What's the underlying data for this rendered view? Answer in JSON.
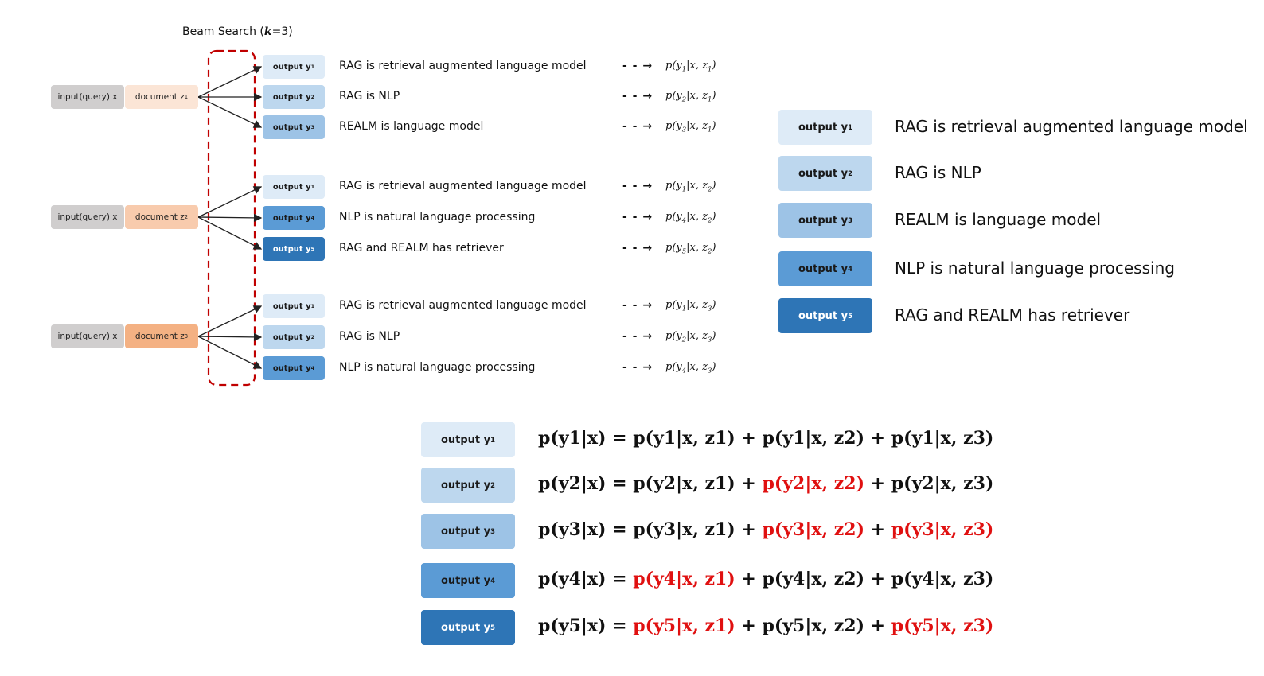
{
  "title": {
    "prefix": "Beam Search (",
    "k": "k",
    "suffix": "=3)"
  },
  "colors": {
    "y1": "#deebf7",
    "y2": "#bdd7ee",
    "y3": "#9dc3e6",
    "y4": "#5b9bd5",
    "y5": "#2e75b6",
    "input": "#d0cece",
    "z1": "#fbe5d6",
    "z2": "#f8cbad",
    "z3": "#f4b183",
    "beam_border": "#c00000",
    "red_term": "#e01010"
  },
  "groups": [
    {
      "input": "input(query) x",
      "doc": "document z",
      "doc_sub": "1",
      "rows": [
        {
          "out": "output y",
          "sub": "1",
          "y": "y1",
          "sentence": "RAG is retrieval augmented language model",
          "arrow": "- - →",
          "prob": "p(y",
          "psub": "1",
          "pmid": "|x, z",
          "pzsub": "1",
          "pend": ")"
        },
        {
          "out": "output y",
          "sub": "2",
          "y": "y2",
          "sentence": "RAG is NLP",
          "arrow": "- - →",
          "prob": "p(y",
          "psub": "2",
          "pmid": "|x, z",
          "pzsub": "1",
          "pend": ")"
        },
        {
          "out": "output y",
          "sub": "3",
          "y": "y3",
          "sentence": "REALM is language model",
          "arrow": "- - →",
          "prob": "p(y",
          "psub": "3",
          "pmid": "|x, z",
          "pzsub": "1",
          "pend": ")"
        }
      ]
    },
    {
      "input": "input(query) x",
      "doc": "document z",
      "doc_sub": "2",
      "rows": [
        {
          "out": "output y",
          "sub": "1",
          "y": "y1",
          "sentence": "RAG is retrieval augmented language model",
          "arrow": "- - →",
          "prob": "p(y",
          "psub": "1",
          "pmid": "|x, z",
          "pzsub": "2",
          "pend": ")"
        },
        {
          "out": "output y",
          "sub": "4",
          "y": "y4",
          "sentence": "NLP is natural language processing",
          "arrow": "- - →",
          "prob": "p(y",
          "psub": "4",
          "pmid": "|x, z",
          "pzsub": "2",
          "pend": ")"
        },
        {
          "out": "output y",
          "sub": "5",
          "y": "y5",
          "sentence": "RAG and REALM has retriever",
          "arrow": "- - →",
          "prob": "p(y",
          "psub": "5",
          "pmid": "|x, z",
          "pzsub": "2",
          "pend": ")"
        }
      ]
    },
    {
      "input": "input(query) x",
      "doc": "document z",
      "doc_sub": "3",
      "rows": [
        {
          "out": "output y",
          "sub": "1",
          "y": "y1",
          "sentence": "RAG is retrieval augmented language model",
          "arrow": "- - →",
          "prob": "p(y",
          "psub": "1",
          "pmid": "|x, z",
          "pzsub": "3",
          "pend": ")"
        },
        {
          "out": "output y",
          "sub": "2",
          "y": "y2",
          "sentence": "RAG is NLP",
          "arrow": "- - →",
          "prob": "p(y",
          "psub": "2",
          "pmid": "|x, z",
          "pzsub": "3",
          "pend": ")"
        },
        {
          "out": "output y",
          "sub": "4",
          "y": "y4",
          "sentence": "NLP is natural language processing",
          "arrow": "- - →",
          "prob": "p(y",
          "psub": "4",
          "pmid": "|x, z",
          "pzsub": "3",
          "pend": ")"
        }
      ]
    }
  ],
  "legend": [
    {
      "out": "output y",
      "sub": "1",
      "sentence": "RAG is retrieval augmented language model"
    },
    {
      "out": "output y",
      "sub": "2",
      "sentence": "RAG is NLP"
    },
    {
      "out": "output y",
      "sub": "3",
      "sentence": "REALM is language model"
    },
    {
      "out": "output y",
      "sub": "4",
      "sentence": "NLP is natural language processing"
    },
    {
      "out": "output y",
      "sub": "5",
      "sentence": "RAG and REALM has retriever"
    }
  ],
  "equations": [
    {
      "out": "output y",
      "sub": "1",
      "lhs": "p(y1|x) =",
      "terms": [
        {
          "text": "p(y1|x, z1)",
          "red": false
        },
        {
          "text": "p(y1|x, z2)",
          "red": false
        },
        {
          "text": "p(y1|x, z3)",
          "red": false
        }
      ]
    },
    {
      "out": "output y",
      "sub": "2",
      "lhs": "p(y2|x) =",
      "terms": [
        {
          "text": "p(y2|x, z1)",
          "red": false
        },
        {
          "text": "p(y2|x, z2)",
          "red": true
        },
        {
          "text": "p(y2|x, z3)",
          "red": false
        }
      ]
    },
    {
      "out": "output y",
      "sub": "3",
      "lhs": "p(y3|x) =",
      "terms": [
        {
          "text": "p(y3|x, z1)",
          "red": false
        },
        {
          "text": "p(y3|x, z2)",
          "red": true
        },
        {
          "text": "p(y3|x, z3)",
          "red": true
        }
      ]
    },
    {
      "out": "output y",
      "sub": "4",
      "lhs": "p(y4|x) =",
      "terms": [
        {
          "text": "p(y4|x, z1)",
          "red": true
        },
        {
          "text": "p(y4|x, z2)",
          "red": false
        },
        {
          "text": "p(y4|x, z3)",
          "red": false
        }
      ]
    },
    {
      "out": "output y",
      "sub": "5",
      "lhs": "p(y5|x) =",
      "terms": [
        {
          "text": "p(y5|x, z1)",
          "red": true
        },
        {
          "text": "p(y5|x, z2)",
          "red": false
        },
        {
          "text": "p(y5|x, z3)",
          "red": true
        }
      ]
    }
  ],
  "plus": "+"
}
